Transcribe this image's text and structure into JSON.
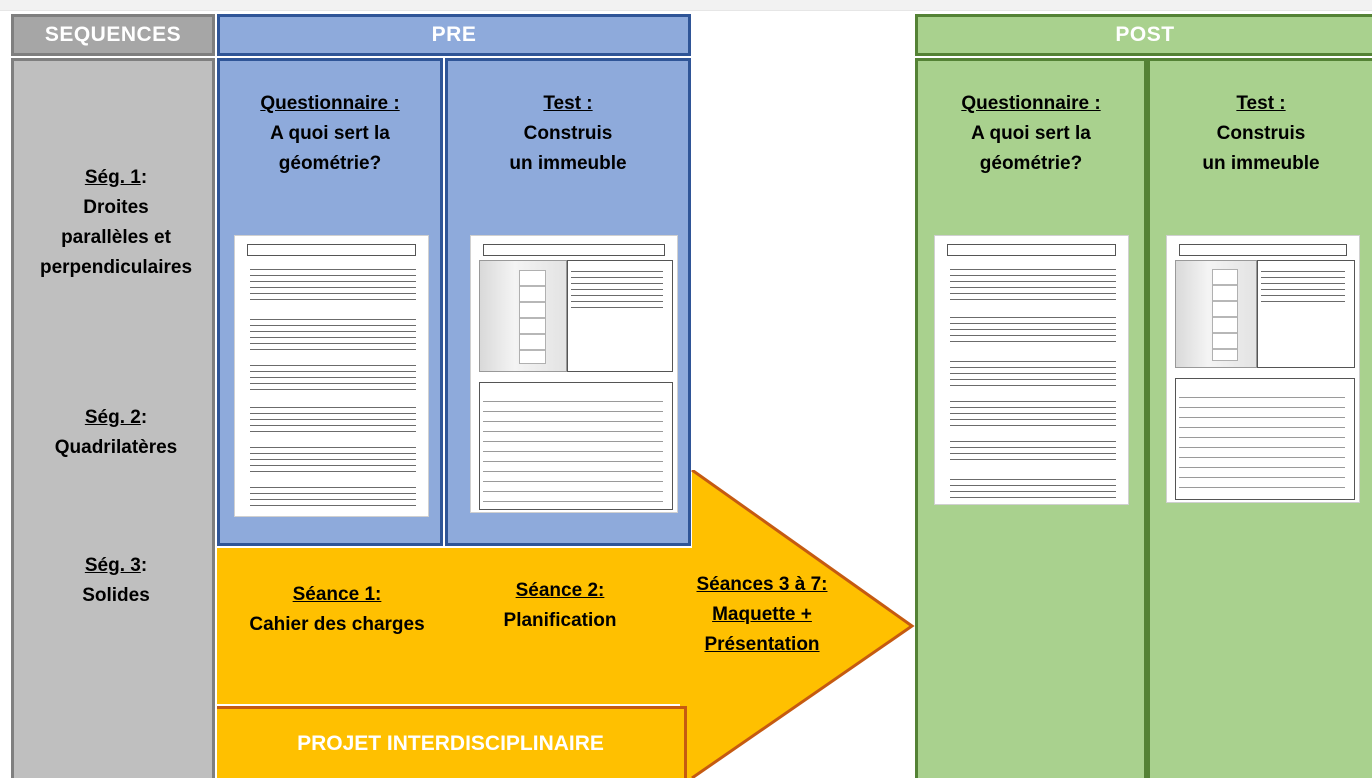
{
  "headers": {
    "sequences": "SEQUENCES",
    "pre": "PRE",
    "post": "POST"
  },
  "sequences": [
    {
      "title": "Ség. 1",
      "suffix": ":",
      "lines": [
        "Droites",
        "parallèles et",
        "perpendiculaires"
      ]
    },
    {
      "title": "Ség. 2",
      "suffix": ":",
      "lines": [
        "Quadrilatères"
      ]
    },
    {
      "title": "Ség. 3",
      "suffix": ":",
      "lines": [
        "Solides"
      ]
    }
  ],
  "pre": {
    "questionnaire": {
      "title": "Questionnaire :",
      "lines": [
        "A quoi sert la",
        "géométrie?"
      ]
    },
    "test": {
      "title": "Test :",
      "lines": [
        "Construis",
        "un immeuble"
      ]
    }
  },
  "post": {
    "questionnaire": {
      "title": "Questionnaire :",
      "lines": [
        "A quoi sert la",
        "géométrie?"
      ]
    },
    "test": {
      "title": "Test :",
      "lines": [
        "Construis",
        "un immeuble"
      ]
    }
  },
  "seances": [
    {
      "title": "Séance 1:",
      "lines": [
        "Cahier des charges"
      ]
    },
    {
      "title": "Séance 2:",
      "lines": [
        "Planification"
      ]
    },
    {
      "title": "Séances 3 à 7:",
      "lines": [
        "Maquette +",
        "Présentation"
      ]
    }
  ],
  "projet": "PROJET INTERDISCIPLINAIRE",
  "colors": {
    "pre_fill": "#8eaadb",
    "pre_border": "#2f5597",
    "post_fill": "#a9d18e",
    "post_border": "#548235",
    "seq_fill": "#bfbfbf",
    "seq_border": "#7f7f7f",
    "arrow_fill": "#ffc000",
    "arrow_border": "#c55a11"
  }
}
